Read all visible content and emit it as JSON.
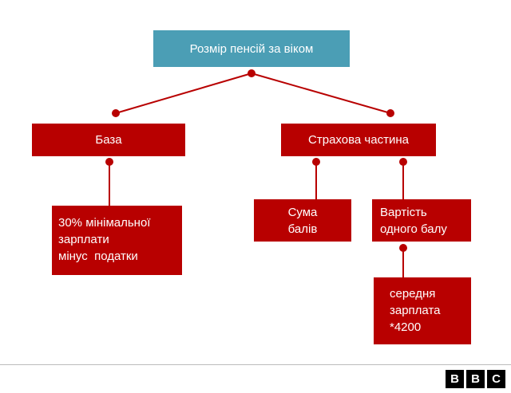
{
  "colors": {
    "teal": "#4B9EB5",
    "red": "#B80000",
    "divider_gray": "#BBBBBB",
    "logo_black": "#000000",
    "text_white": "#FFFFFF"
  },
  "nodes": {
    "root": {
      "label": "Розмір пенсій за віком"
    },
    "base": {
      "label": "База"
    },
    "insurance": {
      "label": "Страхова частина"
    },
    "base_formula": {
      "lines": [
        "30% мінімальної",
        "зарплати",
        "мінус  податки"
      ]
    },
    "points_sum": {
      "lines": [
        "Сума",
        "балів"
      ]
    },
    "point_value": {
      "lines": [
        "Вартість",
        "одного балу"
      ]
    },
    "avg_salary": {
      "lines": [
        "середня",
        "зарплата",
        "*4200"
      ]
    }
  },
  "footer": {
    "logo_letters": [
      "B",
      "B",
      "C"
    ]
  }
}
